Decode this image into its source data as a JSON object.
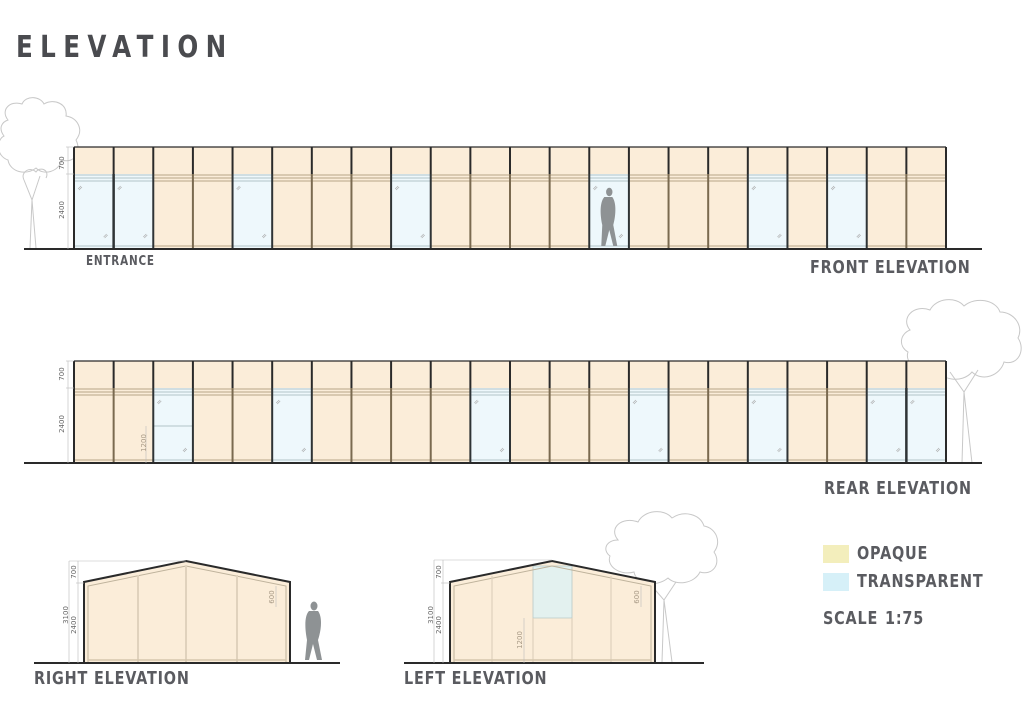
{
  "title": "ELEVATION",
  "front": {
    "label": "FRONT ELEVATION",
    "entrance_label": "ENTRANCE",
    "dim_top": "700",
    "dim_bottom": "2400",
    "panel_count": 22,
    "transparent_panels": [
      0,
      1,
      4,
      8,
      13,
      17,
      19
    ]
  },
  "rear": {
    "label": "REAR ELEVATION",
    "dim_top": "700",
    "dim_bottom": "2400",
    "dim_sill": "1200",
    "panel_count": 22,
    "transparent_panels": [
      2,
      5,
      10,
      14,
      17,
      20,
      21
    ]
  },
  "right": {
    "label": "RIGHT ELEVATION",
    "dim_total": "3100",
    "dim_top": "700",
    "dim_bottom": "2400",
    "dim_side": "600"
  },
  "left": {
    "label": "LEFT ELEVATION",
    "dim_total": "3100",
    "dim_top": "700",
    "dim_bottom": "2400",
    "dim_side": "600",
    "dim_window": "1200"
  },
  "legend": {
    "items": [
      {
        "label": "OPAQUE",
        "color": "#f3eebc"
      },
      {
        "label": "TRANSPARENT",
        "color": "#d6f0f8"
      }
    ],
    "scale_label": "SCALE",
    "scale_value": "1:75"
  },
  "colors": {
    "opaque_fill": "#fbedd9",
    "glass_fill": "#eef8fc",
    "frame": "#2a2a2a",
    "mullion_wood": "#7a6a50",
    "text": "#5a5b60"
  }
}
